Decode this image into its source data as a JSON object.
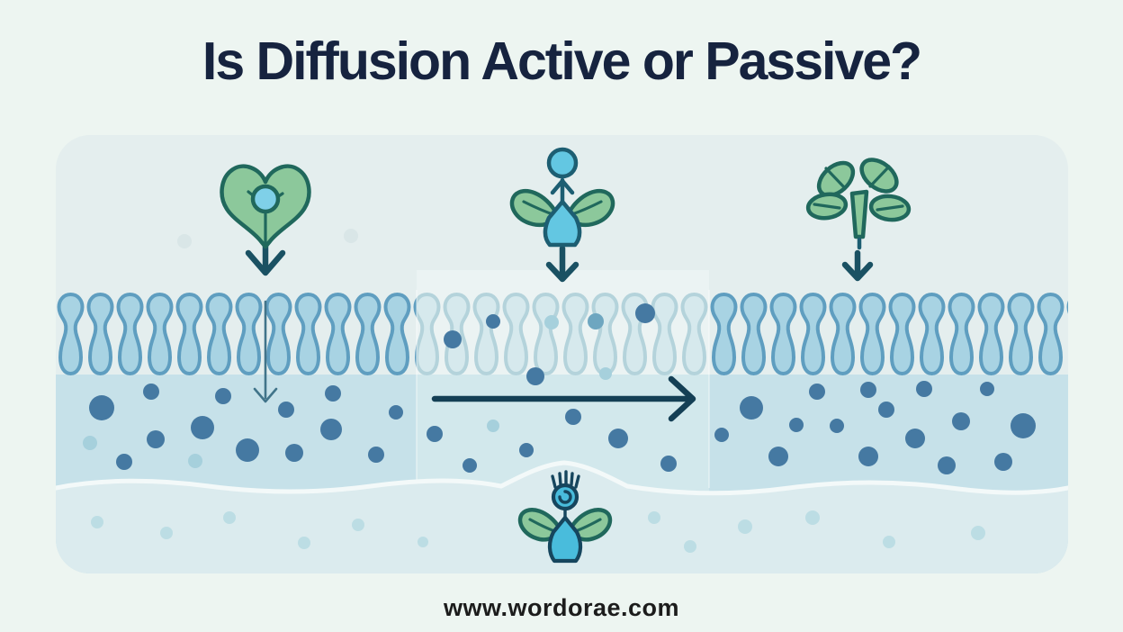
{
  "page": {
    "title": "Is Diffusion Active or Passive?",
    "title_color": "#16233f",
    "footer_url": "www.wordorae.com",
    "background_color": "#edf5f1"
  },
  "diagram": {
    "name": "diffusion-across-cell-membrane",
    "panel_background": "#e4eeee",
    "membrane": {
      "style": "lipid-bilayer-repeating-units",
      "normal_fill": "#a8d3e3",
      "normal_outline": "#5f9ec0",
      "faded_fill": "#d6e9ed",
      "faded_outline": "#b4d3db"
    },
    "water": {
      "left_fill": "#c6e1e9",
      "middle_fill": "#d2e8ec",
      "right_fill": "#c6e1e9",
      "bottom_zone_fill": "#dbebee",
      "wave_crest_color": "#f3f9f9"
    },
    "sections": [
      {
        "id": "left",
        "icon": "heart-leaf-seed-icon",
        "arrows": [
          "down-arrow",
          "thin-down-arrow-through-membrane"
        ],
        "molecules_below_membrane": "high concentration"
      },
      {
        "id": "middle",
        "icon": "sprout-bulb-up-arrow-icon",
        "arrows": [
          "down-arrow",
          "long-right-arrow"
        ],
        "membrane_state": "faded / permeable",
        "molecules": "crossing membrane"
      },
      {
        "id": "right",
        "icon": "sprout-icon",
        "arrows": [
          "down-arrow"
        ],
        "molecules_below_membrane": "high concentration"
      }
    ],
    "icon_colors": {
      "leaf_green": "#8cc89b",
      "leaf_outline": "#20685c",
      "bulb_blue": "#63c7e2",
      "bulb_outline": "#1d5e72",
      "arrow_color": "#1a5163"
    },
    "molecules": {
      "groups": [
        {
          "name": "faint-dots-above-membrane",
          "color": "#d9e6e7",
          "dots": [
            [
              143,
              118,
              8
            ],
            [
              328,
              112,
              8
            ]
          ]
        },
        {
          "name": "dark-molecules",
          "color": "#4579a2",
          "dots": [
            [
              441,
              227,
              10
            ],
            [
              486,
              207,
              8
            ],
            [
              655,
              198,
              11
            ],
            [
              533,
              268,
              10
            ],
            [
              51,
              303,
              14
            ],
            [
              106,
              285,
              9
            ],
            [
              186,
              290,
              9
            ],
            [
              163,
              325,
              13
            ],
            [
              111,
              338,
              10
            ],
            [
              76,
              363,
              9
            ],
            [
              213,
              350,
              13
            ],
            [
              256,
              305,
              9
            ],
            [
              308,
              287,
              9
            ],
            [
              306,
              327,
              12
            ],
            [
              265,
              353,
              10
            ],
            [
              356,
              355,
              9
            ],
            [
              378,
              308,
              8
            ],
            [
              421,
              332,
              9
            ],
            [
              575,
              313,
              9
            ],
            [
              625,
              337,
              11
            ],
            [
              523,
              350,
              8
            ],
            [
              460,
              367,
              8
            ],
            [
              681,
              365,
              9
            ],
            [
              773,
              303,
              13
            ],
            [
              846,
              285,
              9
            ],
            [
              823,
              322,
              8
            ],
            [
              868,
              323,
              8
            ],
            [
              740,
              333,
              8
            ],
            [
              803,
              357,
              11
            ],
            [
              903,
              283,
              9
            ],
            [
              965,
              282,
              9
            ],
            [
              1035,
              282,
              8
            ],
            [
              923,
              305,
              9
            ],
            [
              1006,
              318,
              10
            ],
            [
              1075,
              323,
              14
            ],
            [
              955,
              337,
              11
            ],
            [
              903,
              357,
              11
            ],
            [
              990,
              367,
              10
            ],
            [
              1053,
              363,
              10
            ]
          ]
        },
        {
          "name": "medium-molecules",
          "color": "#6ea6c0",
          "dots": [
            [
              600,
              207,
              9
            ]
          ]
        },
        {
          "name": "light-molecules",
          "color": "#a6d0dc",
          "dots": [
            [
              551,
              208,
              8
            ],
            [
              611,
              265,
              7
            ],
            [
              486,
              323,
              7
            ],
            [
              38,
              342,
              8
            ],
            [
              155,
              362,
              8
            ]
          ]
        },
        {
          "name": "pale-bottom-molecules",
          "color": "#bcdde4",
          "dots": [
            [
              46,
              430,
              7
            ],
            [
              123,
              442,
              7
            ],
            [
              193,
              425,
              7
            ],
            [
              276,
              453,
              7
            ],
            [
              336,
              433,
              7
            ],
            [
              408,
              452,
              6
            ],
            [
              665,
              425,
              7
            ],
            [
              766,
              435,
              8
            ],
            [
              705,
              457,
              7
            ],
            [
              841,
              425,
              8
            ],
            [
              926,
              452,
              7
            ],
            [
              1025,
              442,
              8
            ]
          ]
        }
      ]
    }
  }
}
